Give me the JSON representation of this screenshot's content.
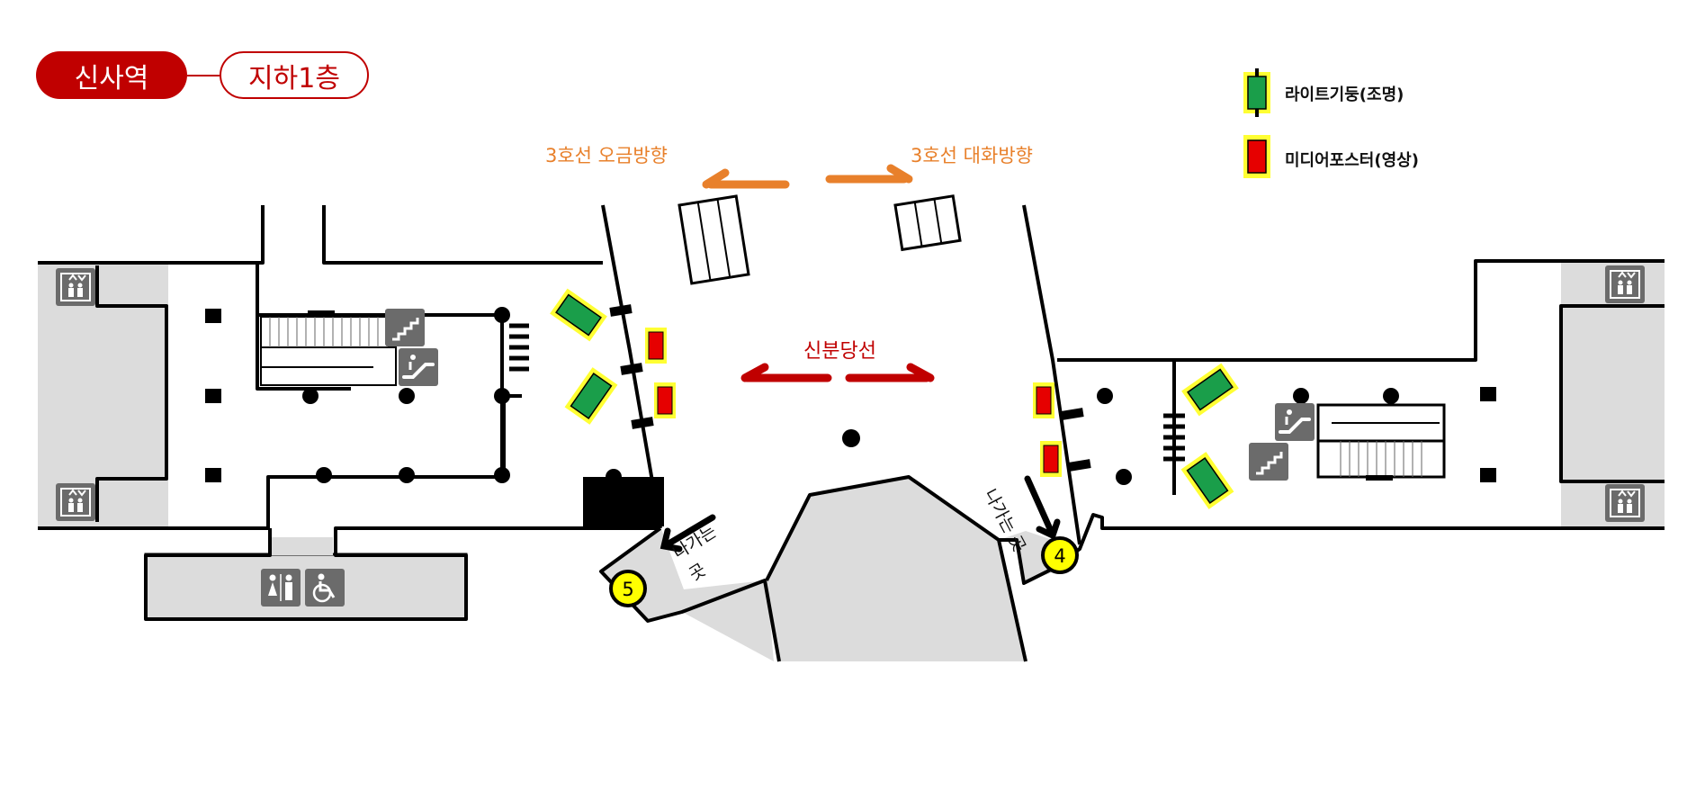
{
  "header": {
    "station_name": "신사역",
    "floor": "지하1층"
  },
  "directions": {
    "line3_ogeum": "3호선 오금방향",
    "line3_daehwa": "3호선 대화방향",
    "sinbundang": "신분당선"
  },
  "legend": {
    "light_pillar": "라이트기둥(조명)",
    "media_poster": "미디어포스터(영상)"
  },
  "exits": {
    "exit_5": "5",
    "exit_4": "4",
    "way_out_label_left_line1": "나가는",
    "way_out_label_left_line2": "곳",
    "way_out_label_right": "나가는 곳"
  },
  "colors": {
    "brand_red": "#c00000",
    "direction_orange": "#e8802b",
    "area_gray": "#dcdcdc",
    "light_pillar_green": "#1a9e4a",
    "highlight_yellow": "#ffff33",
    "media_red": "#e60000",
    "exit_yellow": "#ffff00",
    "icon_gray": "#6b6b6b"
  },
  "icons": {
    "elevator": "elevator-icon",
    "escalator": "escalator-icon",
    "stairs": "stairs-icon",
    "restroom": "restroom-icon",
    "accessible": "wheelchair-icon",
    "light_pillar": "light-pillar-icon",
    "media_poster": "media-poster-icon"
  }
}
